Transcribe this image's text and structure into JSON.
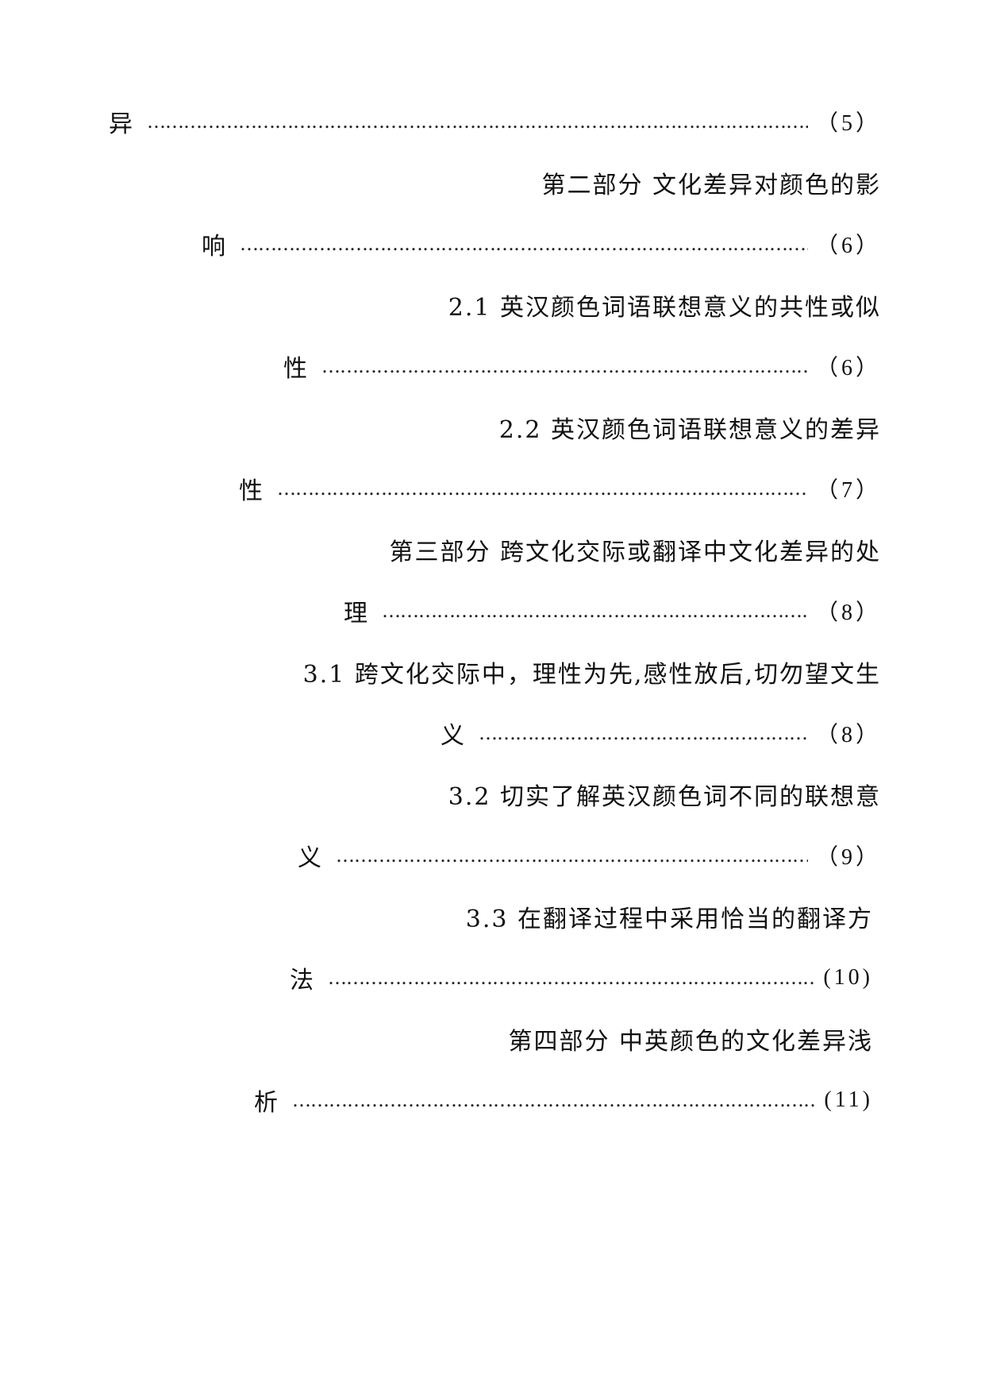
{
  "toc": {
    "lines": [
      {
        "kind": "leader",
        "text": "异",
        "page": "（5）"
      },
      {
        "kind": "heading",
        "text": "第二部分  文化差异对颜色的影"
      },
      {
        "kind": "leader",
        "text": "响",
        "page": "（6）"
      },
      {
        "kind": "heading",
        "text": "2.1  英汉颜色词语联想意义的共性或似"
      },
      {
        "kind": "leader",
        "text": "性",
        "page": "（6）"
      },
      {
        "kind": "heading",
        "text": "2.2  英汉颜色词语联想意义的差异"
      },
      {
        "kind": "leader",
        "text": "性",
        "page": "（7）"
      },
      {
        "kind": "heading",
        "text": "第三部分  跨文化交际或翻译中文化差异的处"
      },
      {
        "kind": "leader",
        "text": "理",
        "page": "（8）"
      },
      {
        "kind": "heading",
        "text": "3.1  跨文化交际中，理性为先,感性放后,切勿望文生"
      },
      {
        "kind": "leader",
        "text": "义",
        "page": "（8）"
      },
      {
        "kind": "heading",
        "text": "3.2  切实了解英汉颜色词不同的联想意"
      },
      {
        "kind": "leader",
        "text": "义",
        "page": "（9）"
      },
      {
        "kind": "heading",
        "text": "3.3  在翻译过程中采用恰当的翻译方"
      },
      {
        "kind": "leader",
        "text": "法",
        "page": "(10)"
      },
      {
        "kind": "heading",
        "text": "第四部分  中英颜色的文化差异浅"
      },
      {
        "kind": "leader",
        "text": "析",
        "page": "(11)"
      }
    ]
  }
}
